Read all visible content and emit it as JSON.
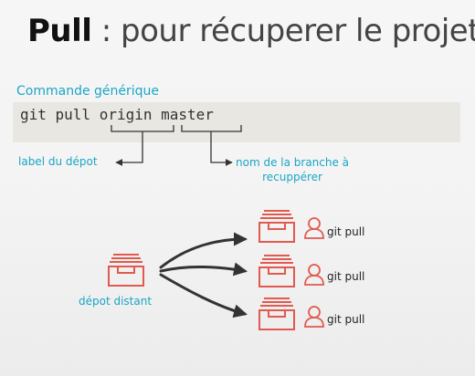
{
  "title": {
    "bold": "Pull",
    "rest": " : pour récuperer le projet"
  },
  "command": {
    "section_label": "Commande générique",
    "code": "git pull origin master"
  },
  "annotations": {
    "left": "label du dépot",
    "right_line1": "nom de la branche à",
    "right_line2": "recuppérer"
  },
  "diagram": {
    "source_label": "dépot distant",
    "targets": [
      {
        "label": "git pull"
      },
      {
        "label": "git pull"
      },
      {
        "label": "git pull"
      }
    ]
  },
  "colors": {
    "accent": "#1aa6c6",
    "repo_icon": "#e05a4f",
    "user_icon": "#e05a4f",
    "arrows": "#333333"
  }
}
